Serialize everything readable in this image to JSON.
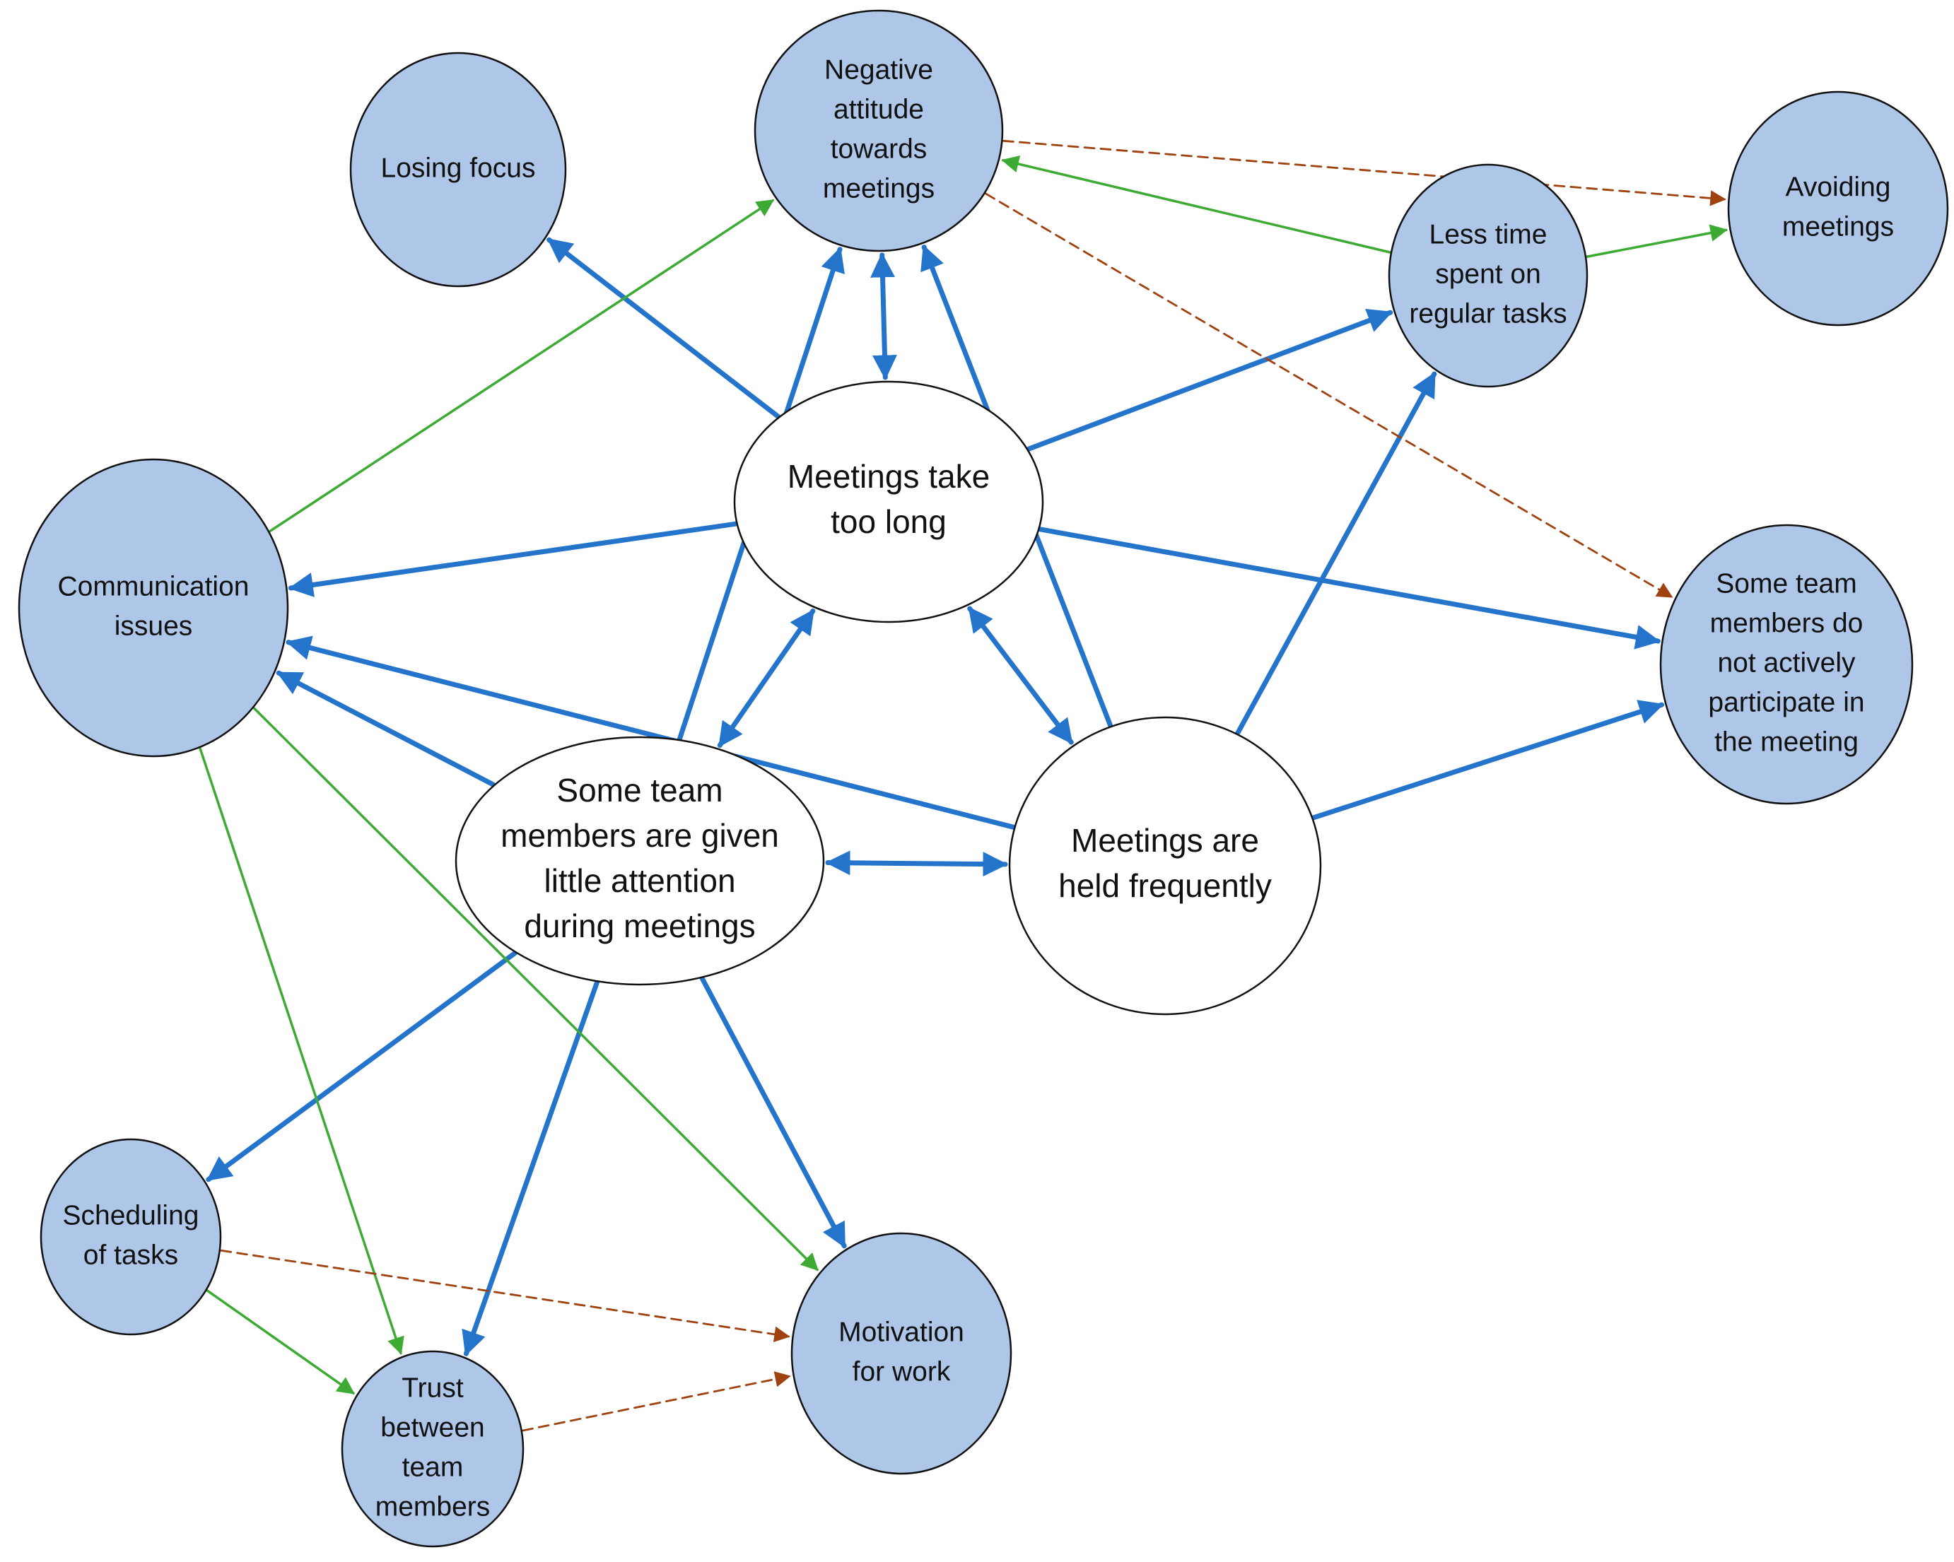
{
  "diagram": {
    "colors": {
      "core_fill": "#ffffff",
      "outer_fill": "#aec6e8",
      "node_stroke": "#111111",
      "strong_link": "#2474cc",
      "weak_link": "#3daa33",
      "dashed_link": "#a0420f"
    },
    "nodes": {
      "meetings_take_too_long": [
        "Meetings take",
        "too long"
      ],
      "meetings_held_frequently": [
        "Meetings are",
        "held frequently"
      ],
      "little_attention": [
        "Some team",
        "members are given",
        "little attention",
        "during meetings"
      ],
      "negative_attitude": [
        "Negative",
        "attitude",
        "towards",
        "meetings"
      ],
      "losing_focus": [
        "Losing focus"
      ],
      "communication_issues": [
        "Communication",
        "issues"
      ],
      "less_time_tasks": [
        "Less time",
        "spent on",
        "regular tasks"
      ],
      "avoiding_meetings": [
        "Avoiding",
        "meetings"
      ],
      "not_participate": [
        "Some team",
        "members do",
        "not actively",
        "participate in",
        "the meeting"
      ],
      "scheduling_tasks": [
        "Scheduling",
        "of tasks"
      ],
      "trust_members": [
        "Trust",
        "between",
        "team",
        "members"
      ],
      "motivation_work": [
        "Motivation",
        "for work"
      ]
    },
    "edges": [
      {
        "from": "meetings_take_too_long",
        "to": "negative_attitude",
        "style": "strong",
        "direction": "both"
      },
      {
        "from": "meetings_take_too_long",
        "to": "losing_focus",
        "style": "strong",
        "direction": "forward"
      },
      {
        "from": "meetings_take_too_long",
        "to": "communication_issues",
        "style": "strong",
        "direction": "forward"
      },
      {
        "from": "meetings_take_too_long",
        "to": "less_time_tasks",
        "style": "strong",
        "direction": "forward"
      },
      {
        "from": "meetings_take_too_long",
        "to": "not_participate",
        "style": "strong",
        "direction": "forward"
      },
      {
        "from": "meetings_take_too_long",
        "to": "little_attention",
        "style": "strong",
        "direction": "both"
      },
      {
        "from": "meetings_take_too_long",
        "to": "meetings_held_frequently",
        "style": "strong",
        "direction": "both"
      },
      {
        "from": "little_attention",
        "to": "meetings_held_frequently",
        "style": "strong",
        "direction": "both"
      },
      {
        "from": "little_attention",
        "to": "negative_attitude",
        "style": "strong",
        "direction": "forward"
      },
      {
        "from": "little_attention",
        "to": "communication_issues",
        "style": "strong",
        "direction": "forward"
      },
      {
        "from": "little_attention",
        "to": "scheduling_tasks",
        "style": "strong",
        "direction": "forward"
      },
      {
        "from": "little_attention",
        "to": "trust_members",
        "style": "strong",
        "direction": "forward"
      },
      {
        "from": "little_attention",
        "to": "motivation_work",
        "style": "strong",
        "direction": "forward"
      },
      {
        "from": "meetings_held_frequently",
        "to": "negative_attitude",
        "style": "strong",
        "direction": "forward"
      },
      {
        "from": "meetings_held_frequently",
        "to": "communication_issues",
        "style": "strong",
        "direction": "forward"
      },
      {
        "from": "meetings_held_frequently",
        "to": "less_time_tasks",
        "style": "strong",
        "direction": "forward"
      },
      {
        "from": "meetings_held_frequently",
        "to": "not_participate",
        "style": "strong",
        "direction": "forward"
      },
      {
        "from": "communication_issues",
        "to": "negative_attitude",
        "style": "weak",
        "direction": "forward"
      },
      {
        "from": "communication_issues",
        "to": "trust_members",
        "style": "weak",
        "direction": "forward"
      },
      {
        "from": "communication_issues",
        "to": "motivation_work",
        "style": "weak",
        "direction": "forward"
      },
      {
        "from": "less_time_tasks",
        "to": "negative_attitude",
        "style": "weak",
        "direction": "forward"
      },
      {
        "from": "less_time_tasks",
        "to": "avoiding_meetings",
        "style": "weak",
        "direction": "forward"
      },
      {
        "from": "scheduling_tasks",
        "to": "trust_members",
        "style": "weak",
        "direction": "forward"
      },
      {
        "from": "negative_attitude",
        "to": "avoiding_meetings",
        "style": "dashed",
        "direction": "forward"
      },
      {
        "from": "negative_attitude",
        "to": "not_participate",
        "style": "dashed",
        "direction": "forward"
      },
      {
        "from": "scheduling_tasks",
        "to": "motivation_work",
        "style": "dashed",
        "direction": "forward"
      },
      {
        "from": "trust_members",
        "to": "motivation_work",
        "style": "dashed",
        "direction": "forward"
      }
    ]
  }
}
